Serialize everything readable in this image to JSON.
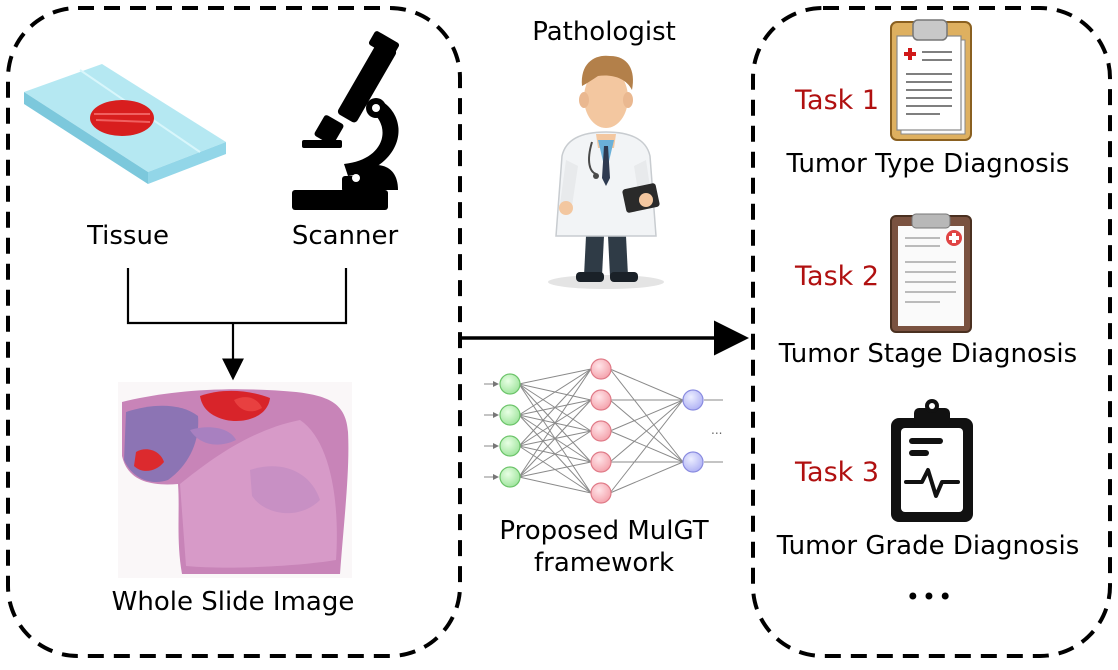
{
  "labels": {
    "tissue": "Tissue",
    "scanner": "Scanner",
    "wsi": "Whole Slide Image",
    "pathologist": "Pathologist",
    "framework": "Proposed MulGT framework",
    "ellipsis": "•••"
  },
  "tasks": [
    {
      "label": "Task 1",
      "diagnosis": "Tumor Type Diagnosis",
      "icon": "clipboard-medical-icon"
    },
    {
      "label": "Task 2",
      "diagnosis": "Tumor Stage Diagnosis",
      "icon": "clipboard-medical-icon"
    },
    {
      "label": "Task 3",
      "diagnosis": "Tumor Grade Diagnosis",
      "icon": "clipboard-heartbeat-icon"
    }
  ],
  "network": {
    "input_nodes": 4,
    "hidden_nodes": 5,
    "output_nodes": 2,
    "ellipsis": "..."
  },
  "colors": {
    "task": "#b01010",
    "input_node": "#b8f0b0",
    "hidden_node": "#f8b8c0",
    "output_node": "#c8c8f8"
  }
}
